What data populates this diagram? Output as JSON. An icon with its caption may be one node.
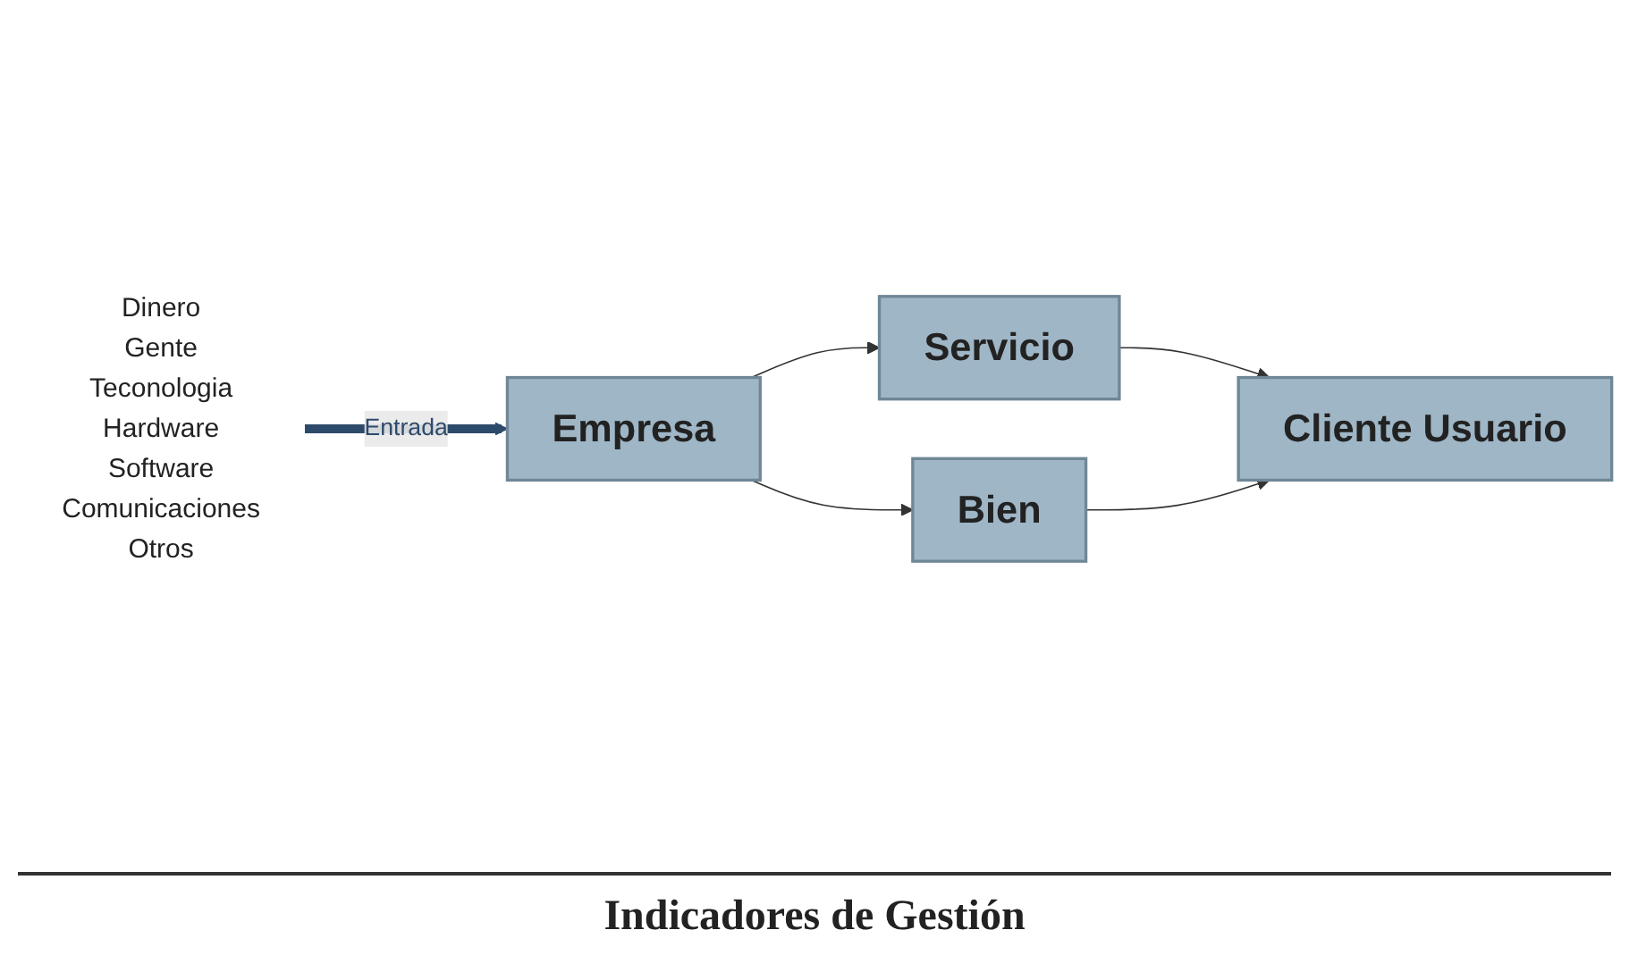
{
  "diagram": {
    "caption": "Indicadores de Gestión",
    "nodes": [
      {
        "text": [
          "Dinero",
          "Gente",
          "Teconologia",
          "Hardware",
          "Software",
          "Comunicaciones",
          "Otros"
        ]
      },
      {
        "text": [
          "Servicio"
        ]
      },
      {
        "text": [
          "Empresa"
        ]
      },
      {
        "text": [
          "Cliente Usuario"
        ]
      },
      {
        "text": [
          "Bien"
        ]
      }
    ],
    "edges": [
      {
        "from": 0,
        "to": 2,
        "arrow": "to",
        "label": "Entrada",
        "style": "thick",
        "color": "#2e4a6b"
      },
      {
        "from": 2,
        "to": 1,
        "arrow": "to"
      },
      {
        "from": 1,
        "to": 3,
        "arrow": "to"
      },
      {
        "from": 2,
        "to": 4,
        "arrow": "to"
      },
      {
        "from": 4,
        "to": 3,
        "arrow": "to"
      }
    ]
  }
}
